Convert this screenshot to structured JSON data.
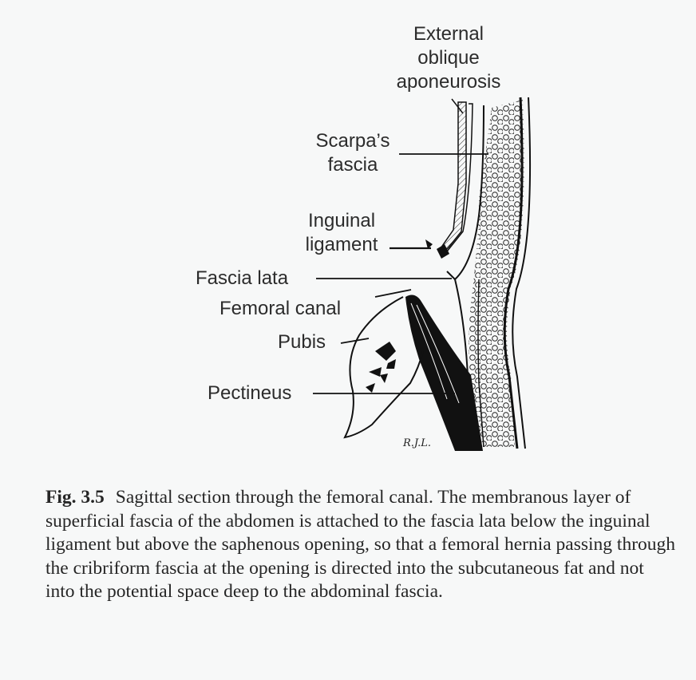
{
  "figure": {
    "labels": {
      "external_oblique": [
        "External",
        "oblique",
        "aponeurosis"
      ],
      "scarpa": [
        "Scarpa’s",
        "fascia"
      ],
      "inguinal": [
        "Inguinal",
        "ligament"
      ],
      "fascia_lata": "Fascia lata",
      "femoral_canal": "Femoral canal",
      "pubis": "Pubis",
      "pectineus": "Pectineus"
    },
    "signature": "R.J.L."
  },
  "caption": {
    "figure_number": "Fig. 3.5",
    "text": "Sagittal section through the femoral canal. The membranous layer of superficial fascia of the abdomen is attached to the fascia lata below the inguinal ligament but above the saphenous opening, so that a femoral hernia passing through the cribriform fascia at the opening is directed into the subcutaneous fat and not into the potential space deep to the abdominal fascia."
  }
}
